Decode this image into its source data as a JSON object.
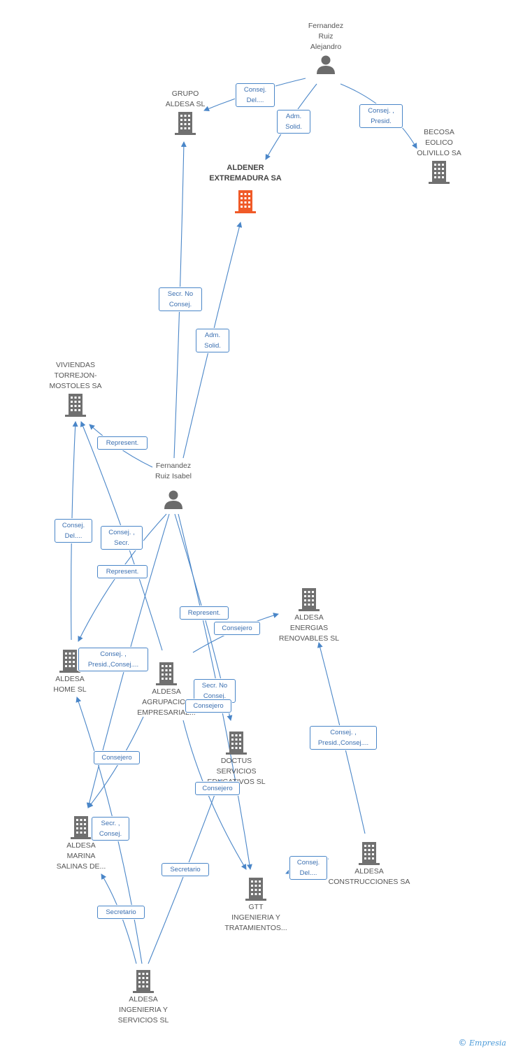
{
  "colors": {
    "edge": "#4a86c8",
    "building": "#707070",
    "focus_building": "#f05a28",
    "person": "#6b6b6b"
  },
  "nodes": {
    "fernandez_alejandro": {
      "label": "Fernandez\nRuiz\nAlejandro",
      "icon": "person-icon"
    },
    "grupo_aldesa": {
      "label": "GRUPO\nALDESA SL",
      "icon": "building-icon"
    },
    "aldener": {
      "label": "ALDENER\nEXTREMADURA SA",
      "icon": "building-icon"
    },
    "becosa": {
      "label": "BECOSA\nEOLICO\nOLIVILLO SA",
      "icon": "building-icon"
    },
    "viviendas": {
      "label": "VIVIENDAS\nTORREJON-\nMOSTOLES SA",
      "icon": "building-icon"
    },
    "fernandez_isabel": {
      "label": "Fernandez\nRuiz Isabel",
      "icon": "person-icon"
    },
    "energias": {
      "label": "ALDESA\nENERGIAS\nRENOVABLES SL",
      "icon": "building-icon"
    },
    "home": {
      "label": "ALDESA\nHOME SL",
      "icon": "building-icon"
    },
    "agrupacion": {
      "label": "ALDESA\nAGRUPACION\nEMPRESARIAL...",
      "icon": "building-icon"
    },
    "doctus": {
      "label": "DOCTUS\nSERVICIOS\nEDUCATIVOS SL",
      "icon": "building-icon"
    },
    "marina": {
      "label": "ALDESA\nMARINA\nSALINAS DE...",
      "icon": "building-icon"
    },
    "construcciones": {
      "label": "ALDESA\nCONSTRUCCIONES SA",
      "icon": "building-icon"
    },
    "gtt": {
      "label": "GTT\nINGENIERIA Y\nTRATAMIENTOS...",
      "icon": "building-icon"
    },
    "ingenieria": {
      "label": "ALDESA\nINGENIERIA Y\nSERVICIOS SL",
      "icon": "building-icon"
    }
  },
  "edge_labels": {
    "e1": "Consej.\nDel....",
    "e2": "Adm.\nSolid.",
    "e3": "Consej. ,\nPresid.",
    "e4": "Secr.  No\nConsej.",
    "e5": "Adm.\nSolid.",
    "e6": "Represent.",
    "e7": "Consej.\nDel....",
    "e8": "Consej. ,\nSecr.",
    "e9": "Represent.",
    "e10": "Represent.",
    "e11": "Consejero",
    "e12": "Consej. ,\nPresid.,Consej....",
    "e13": "Secr.  No\nConsej.",
    "e14": "Consejero",
    "e15": "Consejero",
    "e16": "Consej. ,\nPresid.,Consej....",
    "e17": "Consejero",
    "e18": "Secr. ,\nConsej.",
    "e19": "Secretario",
    "e20": "Consej.\nDel....",
    "e21": "Secretario"
  },
  "brand": {
    "symbol": "©",
    "name": "Empresia"
  }
}
